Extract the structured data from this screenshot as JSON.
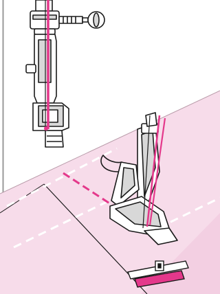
{
  "colors": {
    "fabric_fill": "#f7dcea",
    "fabric_fill_under": "#f3cfe2",
    "thread": "#e4388b",
    "seam_guide": "#ffffff",
    "outline": "#1a1a1a",
    "metal": "#ffffff",
    "metal_shade": "#d8d8d8",
    "frame_line": "#9a9a9a"
  },
  "icons": {
    "top_part": "presser-foot-front-view",
    "bottom_part": "presser-foot-sewing-seam",
    "seam_marks": "dashed-seam-guideline"
  }
}
